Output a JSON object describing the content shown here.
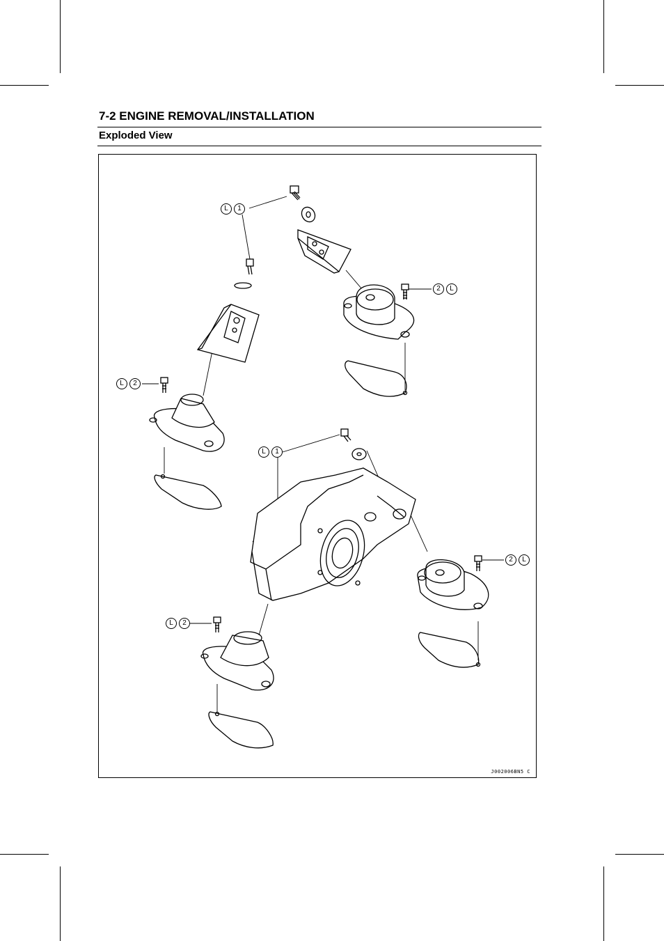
{
  "page": {
    "section_title": "7-2 ENGINE REMOVAL/INSTALLATION",
    "subsection_title": "Exploded View"
  },
  "figure": {
    "code": "J002006BN5 C",
    "callouts": [
      {
        "id": "top-left-bolt",
        "items": [
          "L",
          "1"
        ]
      },
      {
        "id": "top-right-mount-bolt",
        "items": [
          "2",
          "L"
        ]
      },
      {
        "id": "left-mount-bolt",
        "items": [
          "L",
          "2"
        ]
      },
      {
        "id": "center-bolt",
        "items": [
          "L",
          "1"
        ]
      },
      {
        "id": "right-mount-bolt",
        "items": [
          "2",
          "L"
        ]
      },
      {
        "id": "bottom-mount-bolt",
        "items": [
          "L",
          "2"
        ]
      }
    ]
  }
}
